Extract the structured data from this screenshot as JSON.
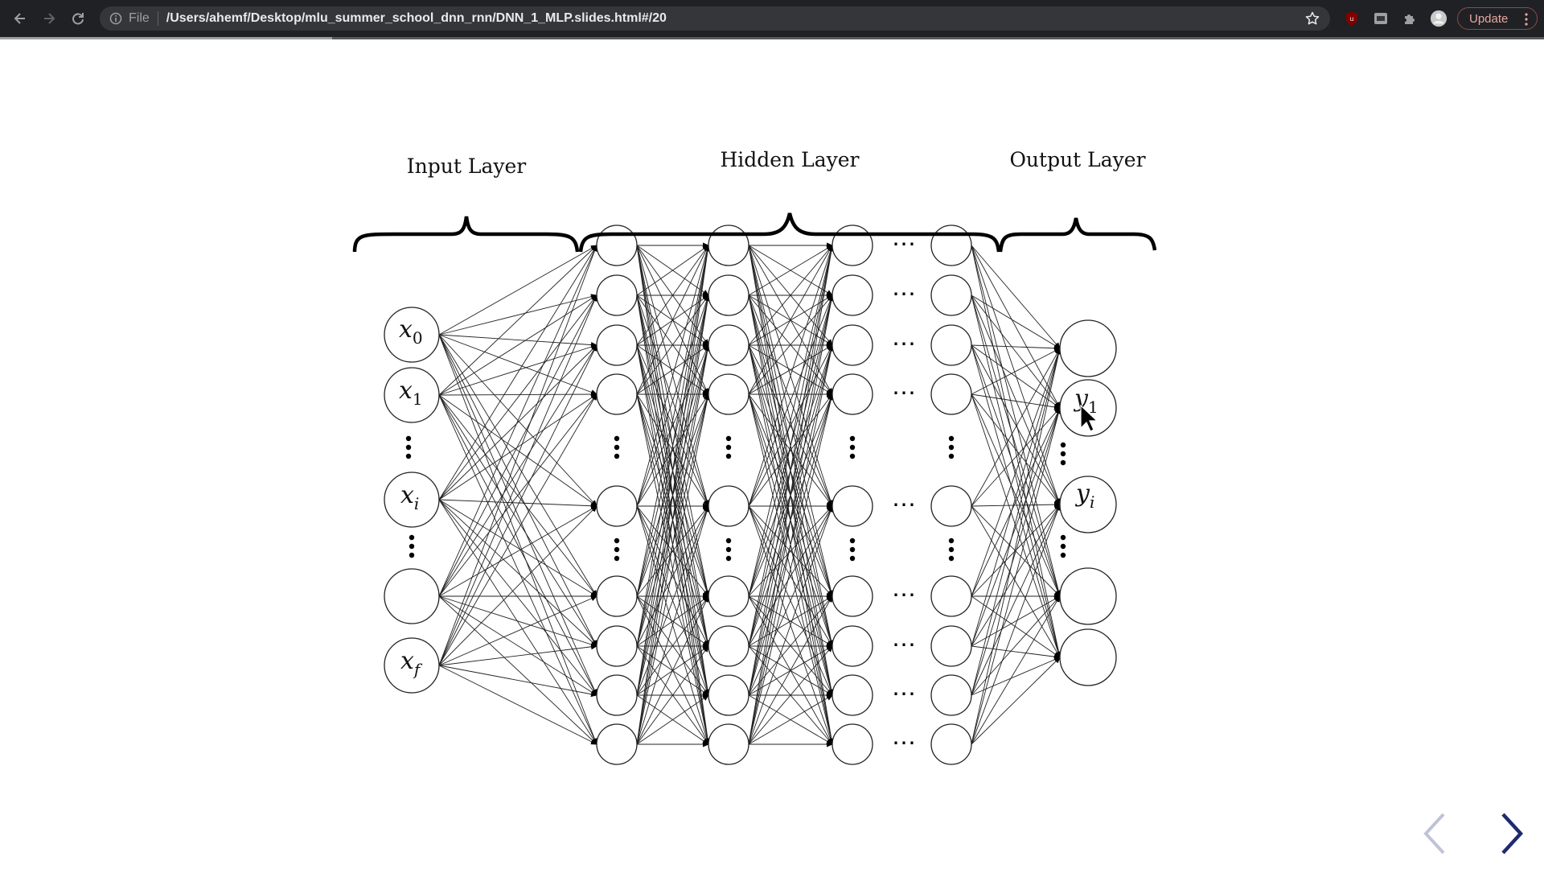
{
  "browser": {
    "back_icon": "arrow-left-icon",
    "forward_icon": "arrow-right-icon",
    "reload_icon": "reload-icon",
    "scheme_label": "File",
    "url": "/Users/ahemf/Desktop/mlu_summer_school_dnn_rnn/DNN_1_MLP.slides.html#/20",
    "bookmark_icon": "star-icon",
    "update_label": "Update",
    "accent_color": "#e8a6a1"
  },
  "slide": {
    "progress": 0.215,
    "input_layer_label": "Input Layer",
    "hidden_layer_label": "Hidden Layer",
    "output_layer_label": "Output Layer",
    "input_nodes": [
      "x",
      "x",
      "x",
      "x"
    ],
    "input_subscripts": [
      "0",
      "1",
      "i",
      "f"
    ],
    "output_nodes": [
      "y",
      "y"
    ],
    "output_subscripts": [
      "1",
      "i"
    ],
    "ellipsis": "⋯",
    "nav_prev_icon": "chevron-left-icon",
    "nav_next_icon": "chevron-right-icon",
    "nav_color": "#1f2a6e"
  }
}
